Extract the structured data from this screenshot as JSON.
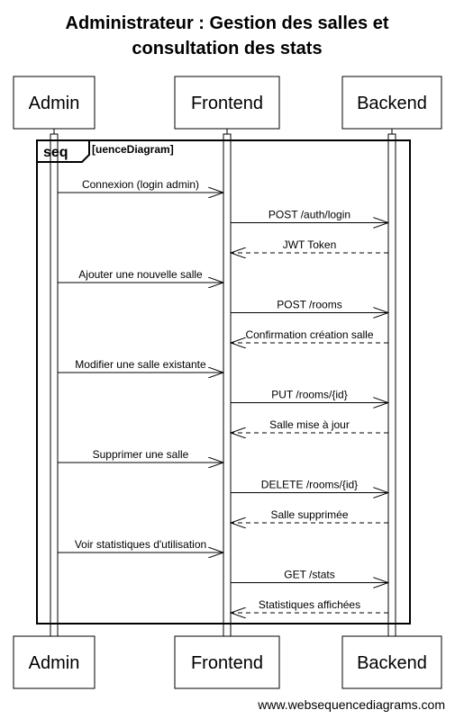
{
  "title_lines": [
    "Administrateur : Gestion des salles et",
    "consultation des stats"
  ],
  "actors": [
    "Admin",
    "Frontend",
    "Backend"
  ],
  "frame": {
    "label": "seq",
    "condition": "[uenceDiagram]"
  },
  "messages": [
    {
      "from": 0,
      "to": 1,
      "text": "Connexion (login admin)",
      "style": "solid"
    },
    {
      "from": 1,
      "to": 2,
      "text": "POST /auth/login",
      "style": "solid"
    },
    {
      "from": 2,
      "to": 1,
      "text": "JWT Token",
      "style": "dashed"
    },
    {
      "from": 0,
      "to": 1,
      "text": "Ajouter une nouvelle salle",
      "style": "solid"
    },
    {
      "from": 1,
      "to": 2,
      "text": "POST /rooms",
      "style": "solid"
    },
    {
      "from": 2,
      "to": 1,
      "text": "Confirmation création salle",
      "style": "dashed"
    },
    {
      "from": 0,
      "to": 1,
      "text": "Modifier une salle existante",
      "style": "solid"
    },
    {
      "from": 1,
      "to": 2,
      "text": "PUT /rooms/{id}",
      "style": "solid"
    },
    {
      "from": 2,
      "to": 1,
      "text": "Salle mise à jour",
      "style": "dashed"
    },
    {
      "from": 0,
      "to": 1,
      "text": "Supprimer une salle",
      "style": "solid"
    },
    {
      "from": 1,
      "to": 2,
      "text": "DELETE /rooms/{id}",
      "style": "solid"
    },
    {
      "from": 2,
      "to": 1,
      "text": "Salle supprimée",
      "style": "dashed"
    },
    {
      "from": 0,
      "to": 1,
      "text": "Voir statistiques d'utilisation",
      "style": "solid"
    },
    {
      "from": 1,
      "to": 2,
      "text": "GET /stats",
      "style": "solid"
    },
    {
      "from": 2,
      "to": 1,
      "text": "Statistiques affichées",
      "style": "dashed"
    }
  ],
  "footer": "www.websequencediagrams.com"
}
